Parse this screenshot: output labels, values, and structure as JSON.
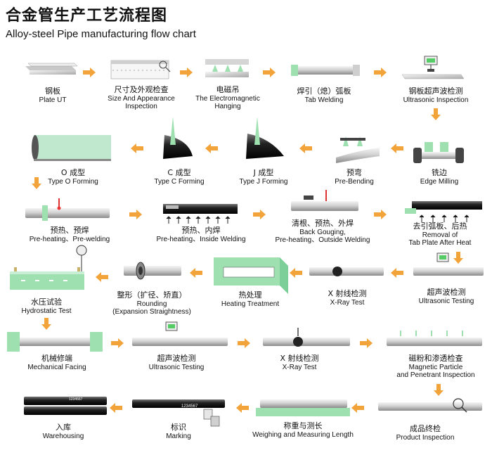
{
  "title_cn": "合金管生产工艺流程图",
  "title_en": "Alloy-steel Pipe manufacturing flow chart",
  "colors": {
    "arrow": "#f2a33a",
    "green": "#aee3c4",
    "steel_light": "#e8e8e8",
    "steel_dark": "#888888"
  },
  "steps": [
    {
      "cn": "钢板",
      "en1": "Plate UT",
      "en2": ""
    },
    {
      "cn": "尺寸及外观检查",
      "en1": "Size And Appearance",
      "en2": "Inspection"
    },
    {
      "cn": "电磁吊",
      "en1": "The Electromagnetic",
      "en2": "Hanging"
    },
    {
      "cn": "焊引（熄）弧板",
      "en1": "Tab Welding",
      "en2": ""
    },
    {
      "cn": "钢板超声波检测",
      "en1": "Ultrasonic Inspection",
      "en2": ""
    },
    {
      "cn": "铣边",
      "en1": "Edge Milling",
      "en2": ""
    },
    {
      "cn": "预弯",
      "en1": "Pre-Bending",
      "en2": ""
    },
    {
      "cn": "J 成型",
      "en1": "Type J Forming",
      "en2": ""
    },
    {
      "cn": "C 成型",
      "en1": "Type C Forming",
      "en2": ""
    },
    {
      "cn": "O 成型",
      "en1": "Type O Forming",
      "en2": ""
    },
    {
      "cn": "预热、预焊",
      "en1": "Pre-heating、Pre-welding",
      "en2": ""
    },
    {
      "cn": "预热、内焊",
      "en1": "Pre-heating、Inside Welding",
      "en2": ""
    },
    {
      "cn": "清根、预热、外焊",
      "en1": "Back Gouging,",
      "en2": "Pre-heating、Outside Welding"
    },
    {
      "cn": "去引弧板、后热",
      "en1": "Removal of",
      "en2": "Tab Plate After Heat"
    },
    {
      "cn": "超声波检测",
      "en1": "Ultrasonic Testing",
      "en2": ""
    },
    {
      "cn": "X 射线检测",
      "en1": "X-Ray Test",
      "en2": ""
    },
    {
      "cn": "热处理",
      "en1": "Heating Treatment",
      "en2": ""
    },
    {
      "cn": "整形（扩径、矫直）",
      "en1": "Rounding",
      "en2": "(Expansion Straightness)"
    },
    {
      "cn": "水压试验",
      "en1": "Hydrostatic Test",
      "en2": ""
    },
    {
      "cn": "机械修端",
      "en1": "Mechanical Facing",
      "en2": ""
    },
    {
      "cn": "超声波检测",
      "en1": "Ultrasonic Testing",
      "en2": ""
    },
    {
      "cn": "X 射线检测",
      "en1": "X-Ray Test",
      "en2": ""
    },
    {
      "cn": "磁粉和渗透检查",
      "en1": "Magnetic Particle",
      "en2": "and Penetrant Inspection"
    },
    {
      "cn": "成品终检",
      "en1": "Product Inspection",
      "en2": ""
    },
    {
      "cn": "称重与测长",
      "en1": "Weighing and Measuring Length",
      "en2": ""
    },
    {
      "cn": "标识",
      "en1": "Marking",
      "en2": ""
    },
    {
      "cn": "入库",
      "en1": "Warehousing",
      "en2": ""
    }
  ],
  "pipe_markings": {
    "marking_code": "1234567",
    "warehouse_code": "1234567"
  }
}
